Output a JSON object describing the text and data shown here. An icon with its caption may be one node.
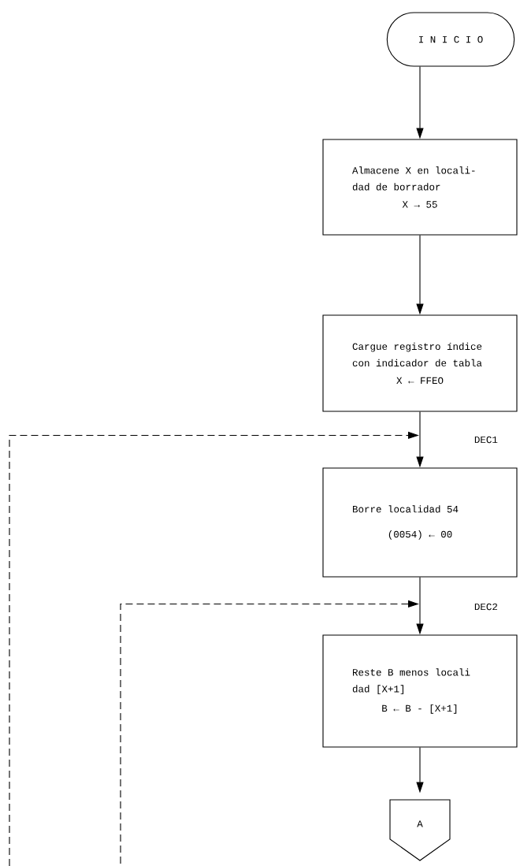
{
  "diagram": {
    "nodes": [
      {
        "text": [
          "I N I C I O"
        ]
      },
      {
        "text": [
          "Almacene X en locali- dad de borrador",
          "X → 55"
        ]
      },
      {
        "text": [
          "Cargue registro índice con indicador de tabla",
          "X ← FFEO"
        ]
      },
      {
        "text": [
          "Borre localidad 54",
          "(0054) ← 00"
        ]
      },
      {
        "text": [
          "Reste B menos locali dad [X+1]",
          "B ← B - [X+1]"
        ]
      },
      {
        "text": [
          "A"
        ]
      }
    ],
    "edges": [
      {
        "from": 0,
        "to": 1,
        "arrow": "to"
      },
      {
        "from": 1,
        "to": 2,
        "arrow": "to"
      },
      {
        "from": null,
        "to": 3,
        "arrow": "to",
        "style": "dashed"
      },
      {
        "from": 2,
        "to": 3,
        "arrow": "to"
      },
      {
        "from": null,
        "to": 4,
        "arrow": "to",
        "style": "dashed"
      },
      {
        "from": 3,
        "to": 4,
        "arrow": "to"
      },
      {
        "from": 4,
        "to": 5,
        "arrow": "to"
      }
    ],
    "labels": [
      "DEC1",
      "DEC2"
    ]
  }
}
